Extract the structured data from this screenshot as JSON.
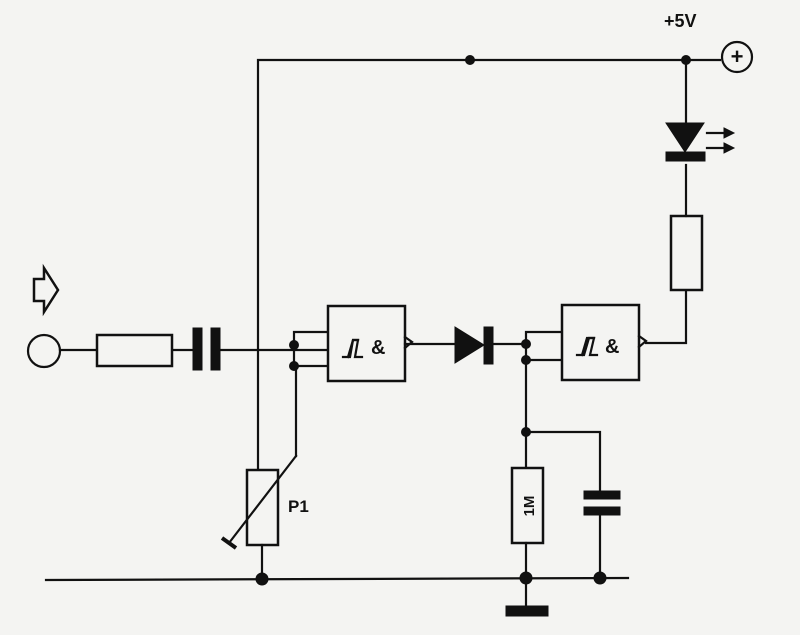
{
  "labels": {
    "supply": "+5V",
    "supply_terminal": "+",
    "pot": "P1",
    "resistor_1m": "1M",
    "gate1": "&",
    "gate2": "&"
  }
}
